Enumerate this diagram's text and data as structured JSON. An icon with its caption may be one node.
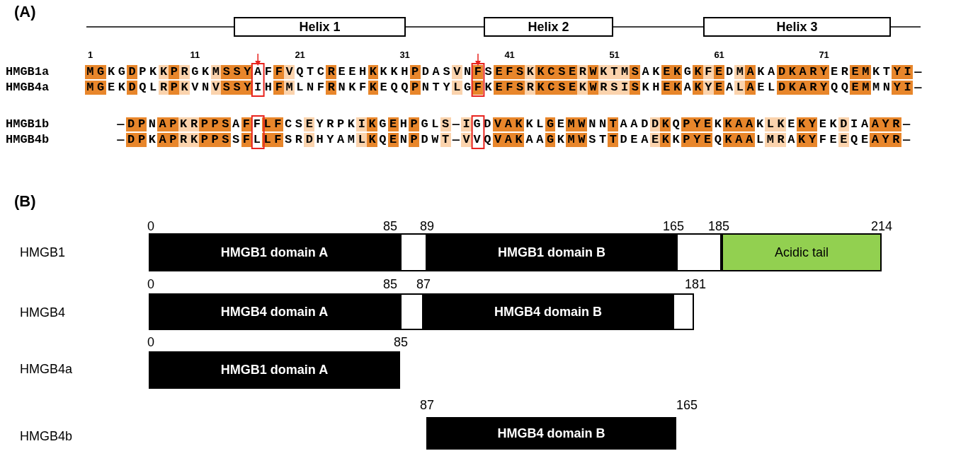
{
  "diagram": {
    "nodes": [
      {
        "text": [
          "Helix 1"
        ]
      },
      {
        "text": [
          "Helix 2"
        ]
      },
      {
        "text": [
          "Helix 3"
        ]
      },
      {
        "text": [
          "HMGB1 domain A"
        ]
      },
      {
        "text": [],
        "shape": "box"
      },
      {
        "text": [
          "HMGB1 domain B"
        ]
      },
      {
        "text": [],
        "shape": "box"
      },
      {
        "text": [
          "Acidic tail"
        ]
      },
      {
        "text": [
          "HMGB4 domain A"
        ]
      },
      {
        "text": [],
        "shape": "box"
      },
      {
        "text": [
          "HMGB4 domain B"
        ]
      },
      {
        "text": [],
        "shape": "box"
      },
      {
        "text": [
          "HMGB1 domain A"
        ]
      },
      {
        "text": [
          "HMGB4 domain B"
        ]
      }
    ],
    "edges": [
      {
        "from": null,
        "to": 0,
        "arrow": "none"
      },
      {
        "from": 0,
        "to": 1,
        "arrow": "none"
      },
      {
        "from": 1,
        "to": 2,
        "arrow": "none"
      },
      {
        "from": 2,
        "to": null,
        "arrow": "none"
      }
    ],
    "labels": [
      "(A)",
      "1",
      "11",
      "21",
      "31",
      "41",
      "51",
      "61",
      "71",
      "HMGB1a",
      "MGKGDPKKPRGKMSSYAFFVQTCREEHKKKHPDASVNFSEFSKKCSERWKTMSAKEKGKFEDMAKADKARYEREMKTYI—",
      "HMGB4a",
      "MGEKDQLRPKVNVSSYIHFMLNFRNKFKEQQPNTYLGFKEFSRKCSEKWRSISKHEKAKYEALAELDKARYQQEMMNYI—",
      "HMGB1b",
      "—DPNAPKRPPSAFFLFCSEYRPKIKGEHPGLS—IGDVAKKLGEMWNNTAADDKQPYEKKAAKLKEKYEKDIAAYR—",
      "HMGB4b",
      "—DPKAPRKPPSSFLLFSRDHYAMLKQENPDWT—VVQVAKAAGKMWSTTDEAEKKPYEQKAALMRAKYFEEQEAYR—",
      "(B)",
      "0",
      "85",
      "89",
      "165",
      "185",
      "214",
      "HMGB1",
      "0",
      "85",
      "87",
      "181",
      "HMGB4",
      "0",
      "85",
      "HMGB4a",
      "87",
      "165",
      "HMGB4b"
    ]
  }
}
